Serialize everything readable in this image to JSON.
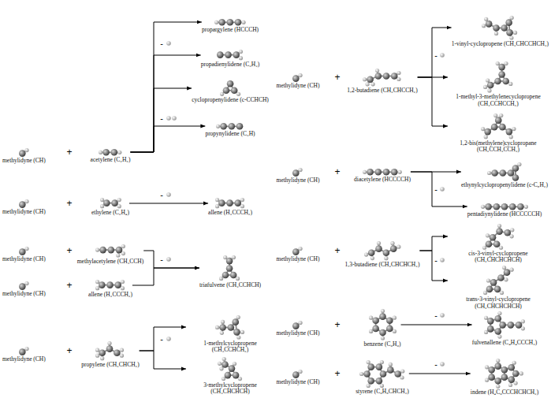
{
  "diagram": {
    "nodes": [
      {
        "text": [
          "methylidyne (CH)"
        ]
      },
      {
        "text": [
          "acetylene (C₂H₂)"
        ]
      },
      {
        "text": [
          "propargylene (HCCCH)"
        ]
      },
      {
        "text": [
          "propadienylidene (C₃H₂)"
        ]
      },
      {
        "text": [
          "cyclopropenylidene (c-CCHCH)"
        ]
      },
      {
        "text": [
          "propynylidene (C₃H)"
        ]
      },
      {
        "text": [
          "methylidyne (CH)"
        ]
      },
      {
        "text": [
          "ethylene (C₂H₄)"
        ]
      },
      {
        "text": [
          "allene (H₂CCCH₂)"
        ]
      },
      {
        "text": [
          "methylidyne (CH)"
        ]
      },
      {
        "text": [
          "methylacetylene (CH₃CCH)"
        ]
      },
      {
        "text": [
          "methylidyne (CH)"
        ]
      },
      {
        "text": [
          "allene (H₂CCCH₂)"
        ]
      },
      {
        "text": [
          "triafulvene (CH₂CCHCH)"
        ]
      },
      {
        "text": [
          "methylidyne (CH)"
        ]
      },
      {
        "text": [
          "propylene (CH₃CHCH₂)"
        ]
      },
      {
        "text": [
          "1-methylcyclopropene (CH₃CCHCH₂)"
        ]
      },
      {
        "text": [
          "3-methylcyclopropene (CH₃CHCHCH)"
        ]
      },
      {
        "text": [
          "methylidyne (CH)"
        ]
      },
      {
        "text": [
          "1,2-butadiene (CH₃CHCCH₂)"
        ]
      },
      {
        "text": [
          "1-vinyl-cyclopropene (CH₂CHCCHCH₂)"
        ]
      },
      {
        "text": [
          "1-methyl-3-methylenecyclopropene (CH₂CCHCCH₃)"
        ]
      },
      {
        "text": [
          "1,2-bis(methylene)cyclopropane (CH₂CCH₂CCH₂)"
        ]
      },
      {
        "text": [
          "methylidyne (CH)"
        ]
      },
      {
        "text": [
          "diacetylene (HCCCCH)"
        ]
      },
      {
        "text": [
          "ethynylcyclopropenylidene (c-C₅H₂)"
        ]
      },
      {
        "text": [
          "pentadiynylidene (HCCCCCH)"
        ]
      },
      {
        "text": [
          "methylidyne (CH)"
        ]
      },
      {
        "text": [
          "1,3-butadiene (CH₂CHCHCH₂)"
        ]
      },
      {
        "text": [
          "cis-3-vinyl-cyclopropene (CH₂CHCHCHCH)"
        ]
      },
      {
        "text": [
          "trans-3-vinyl-cyclopropene (CH₂CHCHCHCH)"
        ]
      },
      {
        "text": [
          "methylidyne (CH)"
        ]
      },
      {
        "text": [
          "benzene (C₆H₆)"
        ]
      },
      {
        "text": [
          "fulvenallene (C₄H₄CCCH₂)"
        ]
      },
      {
        "text": [
          "methylidyne (CH)"
        ]
      },
      {
        "text": [
          "styrene (C₆H₅CHCH₂)"
        ]
      },
      {
        "text": [
          "indene (H₄C₆CCCHCHCH₂)"
        ]
      }
    ],
    "edges": [
      {
        "from": 1,
        "to": 2,
        "arrow": "to"
      },
      {
        "from": 1,
        "to": 3,
        "arrow": "to"
      },
      {
        "from": 1,
        "to": 4,
        "arrow": "to"
      },
      {
        "from": 1,
        "to": 5,
        "arrow": "to"
      },
      {
        "from": 7,
        "to": 8,
        "arrow": "to"
      },
      {
        "from": 10,
        "to": 13,
        "arrow": "to"
      },
      {
        "from": 12,
        "to": 13,
        "arrow": "to"
      },
      {
        "from": 15,
        "to": 16,
        "arrow": "to"
      },
      {
        "from": 15,
        "to": 17,
        "arrow": "to"
      },
      {
        "from": 19,
        "to": 20,
        "arrow": "to"
      },
      {
        "from": 19,
        "to": 21,
        "arrow": "to"
      },
      {
        "from": 19,
        "to": 22,
        "arrow": "to"
      },
      {
        "from": 24,
        "to": 25,
        "arrow": "to"
      },
      {
        "from": 24,
        "to": 26,
        "arrow": "to"
      },
      {
        "from": 28,
        "to": 29,
        "arrow": "to"
      },
      {
        "from": 28,
        "to": 30,
        "arrow": "to"
      },
      {
        "from": 32,
        "to": 33,
        "arrow": "to"
      },
      {
        "from": 35,
        "to": 36,
        "arrow": "to"
      }
    ],
    "labels": [
      "+",
      "+",
      "+",
      "+",
      "+",
      "+",
      "+",
      "+",
      "+",
      "+",
      "-",
      "-",
      "-",
      "-",
      "-",
      "-",
      "-",
      "-",
      "-",
      "-"
    ]
  }
}
